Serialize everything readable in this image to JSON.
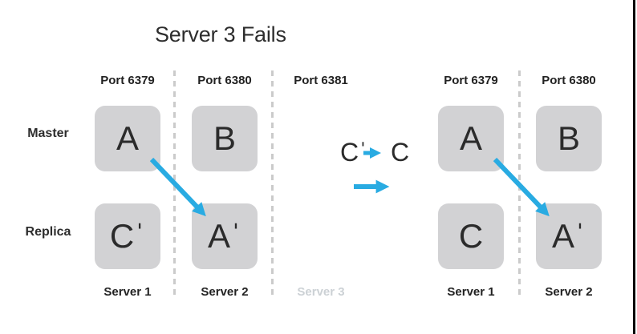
{
  "title": "Server 3 Fails",
  "colors": {
    "accent_blue": "#29abe2",
    "node_fill": "#d2d2d4",
    "divider_gray": "#cbcbcb",
    "text_dark": "#2d2d2d",
    "muted_text": "#ccd1d5",
    "border_black": "#000000"
  },
  "before": {
    "ports": [
      "Port 6379",
      "Port 6380",
      "Port 6381"
    ],
    "row_labels": {
      "master": "Master",
      "replica": "Replica"
    },
    "nodes": {
      "master": [
        "A",
        "B"
      ],
      "replica": [
        "Cˈ",
        "Aˈ"
      ]
    },
    "servers": [
      "Server 1",
      "Server 2",
      "Server 3"
    ]
  },
  "transition": {
    "from": "Cˈ",
    "to": "C"
  },
  "after": {
    "ports": [
      "Port 6379",
      "Port 6380"
    ],
    "nodes": {
      "master": [
        "A",
        "B"
      ],
      "replica": [
        "C",
        "Aˈ"
      ]
    },
    "servers": [
      "Server 1",
      "Server 2"
    ]
  }
}
